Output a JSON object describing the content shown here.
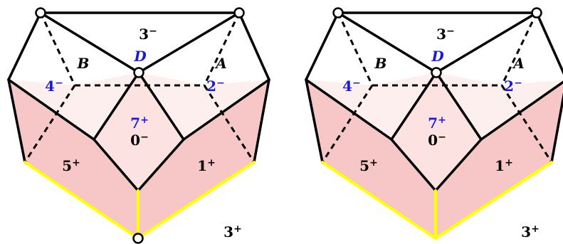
{
  "colors": {
    "edge": "#000000",
    "face_pink": "#f7c6c6",
    "face_light_pink": "#fde2e2",
    "yellow_edge": "#ffff00",
    "blue_label": "#1b1bd6",
    "black_label": "#000000"
  },
  "figures": [
    {
      "id": "left",
      "vertex_circles": [
        "top-left",
        "top-right",
        "apex",
        "bottom"
      ],
      "labels": {
        "face_top": {
          "base": "3",
          "sign": "−"
        },
        "vertex_d": "D",
        "edge_b": "B",
        "edge_a": "A",
        "face_left": {
          "base": "4",
          "sign": "−"
        },
        "face_right": {
          "base": "2",
          "sign": "−"
        },
        "face_center_upper": {
          "base": "7",
          "sign": "+"
        },
        "face_center_lower": {
          "base": "0",
          "sign": "−"
        },
        "face_lower_left": {
          "base": "5",
          "sign": "+"
        },
        "face_lower_right": {
          "base": "1",
          "sign": "+"
        },
        "face_outer": {
          "base": "3",
          "sign": "+"
        }
      }
    },
    {
      "id": "right",
      "vertex_circles": [
        "top-left",
        "top-right",
        "apex"
      ],
      "labels": {
        "face_top": {
          "base": "3",
          "sign": "−"
        },
        "vertex_d": "D",
        "edge_b": "B",
        "edge_a": "A",
        "face_left": {
          "base": "4",
          "sign": "−"
        },
        "face_right": {
          "base": "2",
          "sign": "−"
        },
        "face_center_upper": {
          "base": "7",
          "sign": "+"
        },
        "face_center_lower": {
          "base": "0",
          "sign": "−"
        },
        "face_lower_left": {
          "base": "5",
          "sign": "+"
        },
        "face_lower_right": {
          "base": "1",
          "sign": "+"
        },
        "face_outer": {
          "base": "3",
          "sign": "+"
        }
      }
    }
  ]
}
